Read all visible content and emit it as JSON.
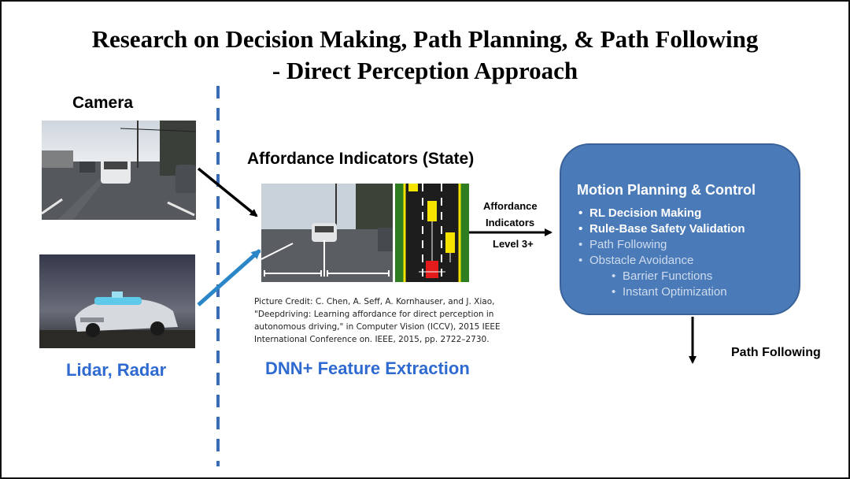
{
  "title": {
    "line1": "Research on Decision Making, Path Planning, & Path Following",
    "line2": "- Direct Perception Approach"
  },
  "inputs": {
    "camera_label": "Camera",
    "lidar_label": "Lidar, Radar"
  },
  "center": {
    "affordance_heading": "Affordance Indicators (State)",
    "dnn_label": "DNN+ Feature Extraction",
    "caption": "Picture Credit: C. Chen, A. Seff, A. Kornhauser, and J. Xiao,\n\"Deepdriving: Learning affordance for direct perception in\nautonomous driving,\" in Computer Vision (ICCV), 2015 IEEE\nInternational Conference on. IEEE, 2015, pp. 2722–2730.",
    "arrow_label_1": "Affordance",
    "arrow_label_2": "Indicators",
    "arrow_label_3": "Level 3+"
  },
  "motion_box": {
    "title": "Motion Planning & Control",
    "items": [
      {
        "text": "RL Decision Making",
        "bullet": "•"
      },
      {
        "text": "Rule-Base Safety Validation",
        "bullet": "•"
      },
      {
        "text": "Path Following",
        "bullet": "•"
      },
      {
        "text": "Obstacle Avoidance",
        "bullet": "•"
      }
    ],
    "subitems": [
      {
        "text": "Barrier Functions",
        "bullet": "•"
      },
      {
        "text": "Instant Optimization",
        "bullet": "•"
      }
    ]
  },
  "output_label": "Path Following",
  "colors": {
    "blue_text": "#2f6ad0",
    "box_fill": "#4a7ab7",
    "dashed_line": "#3b6cb5",
    "lidar_arrow": "#2b86c8"
  }
}
